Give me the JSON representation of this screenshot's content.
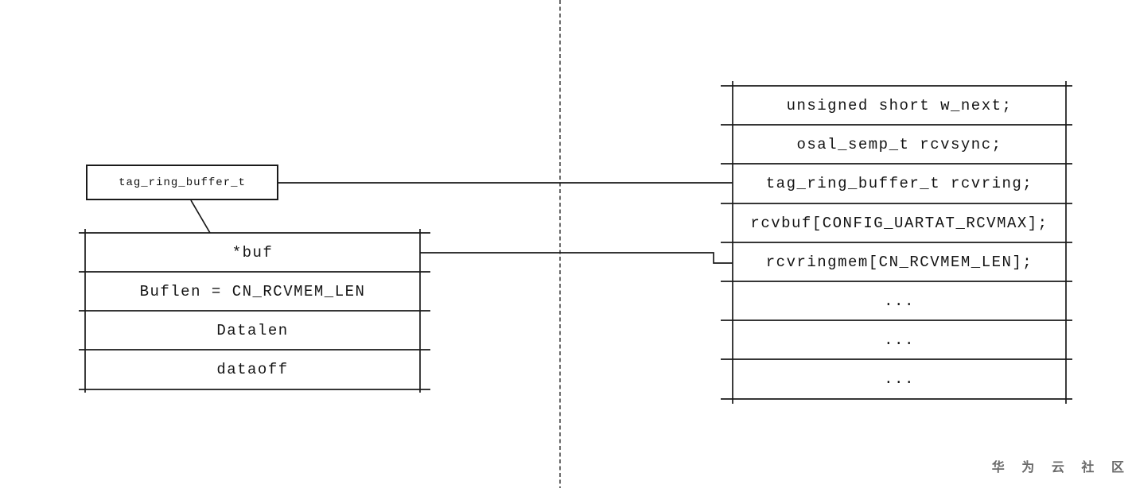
{
  "canvas": {
    "background_color": "#ffffff",
    "line_color": "#1a1a1a"
  },
  "label_box": {
    "text": "tag_ring_buffer_t"
  },
  "left_table": {
    "rows": [
      "*buf",
      "Buflen = CN_RCVMEM_LEN",
      "Datalen",
      "dataoff"
    ]
  },
  "right_table": {
    "rows": [
      "unsigned short w_next;",
      "osal_semp_t rcvsync;",
      "tag_ring_buffer_t rcvring;",
      "rcvbuf[CONFIG_UARTAT_RCVMAX];",
      "rcvringmem[CN_RCVMEM_LEN];",
      "...",
      "...",
      "..."
    ]
  },
  "watermark": {
    "text": "华 为 云 社 区",
    "color": "#6a6a6a"
  }
}
